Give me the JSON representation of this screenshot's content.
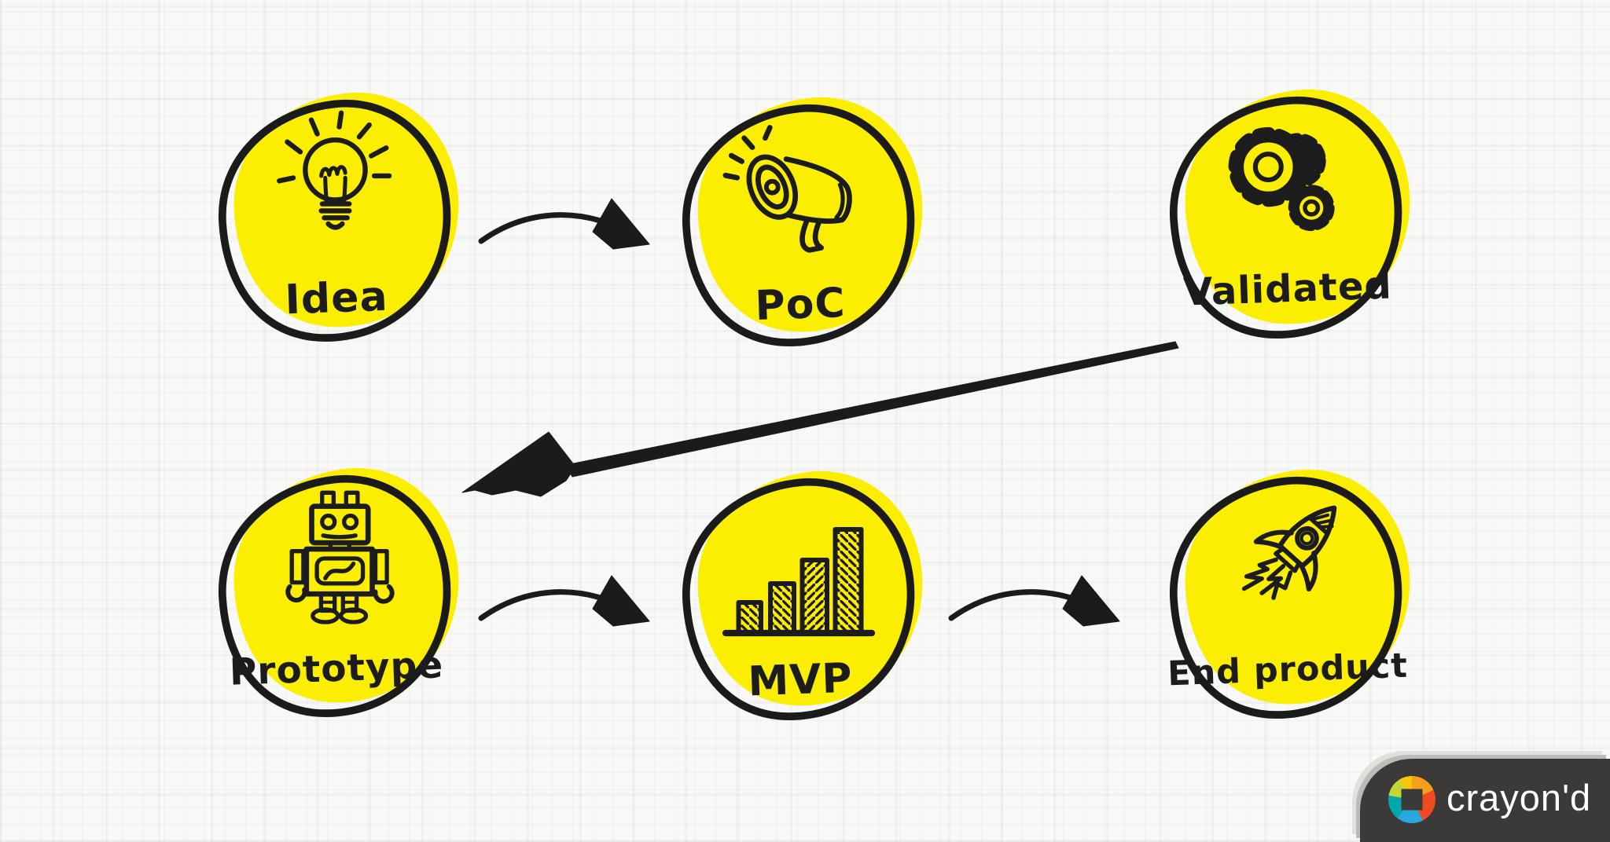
{
  "diagram": {
    "nodes": [
      {
        "id": "idea",
        "label": "Idea",
        "icon": "lightbulb-icon"
      },
      {
        "id": "poc",
        "label": "PoC",
        "icon": "megaphone-icon"
      },
      {
        "id": "validated",
        "label": "Validated",
        "icon": "gears-icon"
      },
      {
        "id": "prototype",
        "label": "Prototype",
        "icon": "robot-icon"
      },
      {
        "id": "mvp",
        "label": "MVP",
        "icon": "bar-chart-icon"
      },
      {
        "id": "end-product",
        "label": "End product",
        "icon": "rocket-icon"
      }
    ],
    "connections": [
      {
        "from": "Idea",
        "to": "PoC",
        "style": "short-curved-arrow"
      },
      {
        "from": "PoC",
        "to": "Validated",
        "style": "short-curved-arrow"
      },
      {
        "from": "Validated",
        "to": "Prototype",
        "style": "long-diagonal-arrow"
      },
      {
        "from": "Prototype",
        "to": "MVP",
        "style": "short-curved-arrow"
      },
      {
        "from": "MVP",
        "to": "End product",
        "style": "short-curved-arrow"
      }
    ],
    "colors": {
      "node_fill": "#FBEE00",
      "ink": "#1b1b1b",
      "background": "#f8f8f6"
    }
  },
  "branding": {
    "logo_text": "crayon'd",
    "badge_background": "#3b3a39",
    "text_color": "#ffffff",
    "logo_wheel_colors": [
      "#fdc60b",
      "#f7a01d",
      "#ee4b23",
      "#29a8e0",
      "#00a5ad",
      "#c3d633"
    ]
  }
}
